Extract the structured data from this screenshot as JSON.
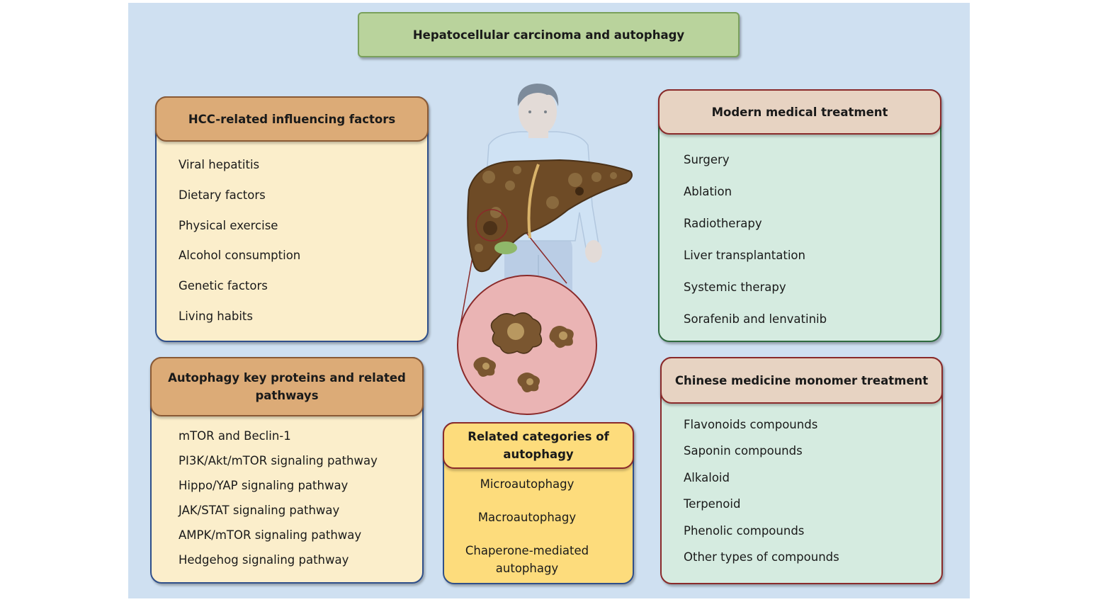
{
  "title": "Hepatocellular carcinoma and autophagy",
  "hcc_factors": {
    "header": "HCC-related influencing factors",
    "items": [
      "Viral hepatitis",
      "Dietary factors",
      "Physical exercise",
      "Alcohol consumption",
      "Genetic factors",
      "Living habits"
    ]
  },
  "autophagy_proteins": {
    "header_line1": "Autophagy key proteins and related",
    "header_line2": "pathways",
    "items": [
      "mTOR and Beclin-1",
      "PI3K/Akt/mTOR signaling pathway",
      "Hippo/YAP signaling pathway",
      "JAK/STAT signaling pathway",
      "AMPK/mTOR signaling pathway",
      "Hedgehog signaling pathway"
    ]
  },
  "autophagy_categories": {
    "header_line1": "Related categories of",
    "header_line2": "autophagy",
    "items": [
      "Microautophagy",
      "Macroautophagy"
    ],
    "item3_line1": "Chaperone-mediated",
    "item3_line2": "autophagy"
  },
  "modern_treatment": {
    "header": "Modern medical treatment",
    "items": [
      "Surgery",
      "Ablation",
      "Radiotherapy",
      "Liver transplantation",
      "Systemic therapy",
      "Sorafenib and lenvatinib"
    ]
  },
  "chinese_medicine": {
    "header": "Chinese medicine monomer treatment",
    "items": [
      "Flavonoids compounds",
      "Saponin compounds",
      "Alkaloid",
      "Terpenoid",
      "Phenolic compounds",
      "Other types of compounds"
    ]
  },
  "colors": {
    "background": "#cfe0f1",
    "title_fill": "#b9d39c",
    "factor_header": "#dcab77",
    "factor_body": "#fbeecb",
    "category_fill": "#fddc7c",
    "treatment_header": "#e7d3c2",
    "treatment_body": "#d5ebe0",
    "liver": "#6e4b26",
    "tumor_circle": "#eab4b4"
  }
}
